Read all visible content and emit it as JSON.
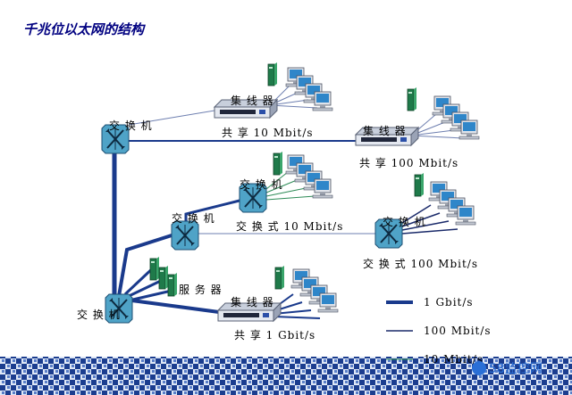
{
  "title": "千兆位以太网的结构",
  "labels": {
    "switch_main": "交 换 机",
    "switch_mid": "交 换 机",
    "switch_top": "交 换 机",
    "switch_upper_mid": "交 换 机",
    "switch_right": "交 换 机",
    "hub_top": "集 线 器",
    "hub_right": "集 线 器",
    "hub_bottom": "集 线 器",
    "shared_10": "共 享 10 Mbit/s",
    "shared_100": "共 享 100 Mbit/s",
    "switched_10": "交 换 式 10 Mbit/s",
    "switched_100": "交 换 式 100 Mbit/s",
    "server": "服 务 器",
    "shared_1g": "共 享 1 Gbit/s"
  },
  "legend": [
    {
      "label": "1 Gbit/s",
      "color": "#1a3a8c"
    },
    {
      "label": "100 Mbit/s",
      "color": "#1a2a6a"
    },
    {
      "label": "10 Mbit/s",
      "color": "#2e8b57"
    }
  ],
  "watermark": "58监控网",
  "colors": {
    "backbone": "#1a3a8c",
    "thin_link": "#6e7fb0",
    "switch_fill": "#4fa3c7",
    "monitor": "#2f86c9",
    "tower": "#1f7a4a",
    "title": "#000080",
    "border_pattern": "#1b3d8f"
  }
}
